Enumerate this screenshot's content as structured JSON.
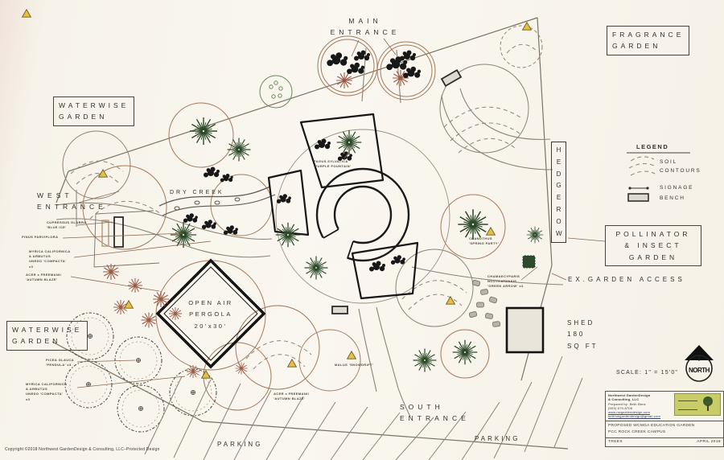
{
  "plan": {
    "paper_color": "#f8f4ec",
    "line_color": "#8d8376",
    "accent_black": "#1a1a1a",
    "canopy_brown": "#a3795c",
    "conifer_green": "#2c4a2a",
    "shrub_red": "#9a5a46",
    "signage_yellow": "#e5c043"
  },
  "labels": {
    "main_entrance": "MAIN\nENTRANCE",
    "fragrance_garden": "FRAGRANCE\nGARDEN",
    "waterwise_garden_top": "WATERWISE\nGARDEN",
    "west_entrance": "WEST\nENTRANCE",
    "waterwise_garden_bottom": "WATERWISE\nGARDEN",
    "hedgerow": "HEDGEROW",
    "pollinator_garden": "POLLINATOR\n& INSECT\nGARDEN",
    "ex_garden_access": "EX.GARDEN ACCESS",
    "shed": "SHED\n180\nSQ FT",
    "south_entrance": "SOUTH\nENTRANCE",
    "parking_left": "PARKING",
    "parking_right": "PARKING",
    "dry_creek": "DRY CREEK",
    "pergola": "OPEN AIR\nPERGOLA\n20'x30'"
  },
  "legend": {
    "title": "LEGEND",
    "contours": "SOIL\nCONTOURS",
    "signage": "SIGNAGE",
    "bench": "BENCH"
  },
  "plants": [
    {
      "text": "CUPRESSUS GLABRA\n'BLUE ICE'"
    },
    {
      "text": "PINUS PARVIFLORA"
    },
    {
      "text": "MYRICA CALIFORNICA\n& ARBUTUS\nUNEDO 'COMPACTA'\nx3"
    },
    {
      "text": "ACER x FREEMANII\n'AUTUMN BLAZE'"
    },
    {
      "text": "PICEA GLAUCA\n'PENDULA' x3"
    },
    {
      "text": "MYRICA CALIFORNICA\n& ARBUTUS\nUNEDO 'COMPACTA'\nx3"
    },
    {
      "text": "FAGUS SYLVATICA\n'PURPLE FOUNTAIN'"
    },
    {
      "text": "MALUS 'SNOWDRIFT'"
    },
    {
      "text": "ACER x FREEMANII\n'AUTUMN BLAZE'"
    },
    {
      "text": "CHAMAECYPARIS\nNOOTKATENSIS\n'GREEN ARROW' x3"
    },
    {
      "text": "CEANOTHUS\n'SPRING PARTY'"
    }
  ],
  "title_block": {
    "company_l1": "Northwest GardenDesign",
    "company_l2": "& Consulting, LLC",
    "prepared": "Prepared by: Beth Benz",
    "phone": "(503) 679-8706",
    "web": "www.nwgardendesign.com",
    "email": "bethnwgardendesign@gmail.com",
    "project_l1": "PROPOSED WCMGA EDUCATION GARDEN",
    "project_l2": "PCC ROCK CREEK CAMPUS",
    "sheet": "TREES",
    "date": "APRIL 2018",
    "scale": "SCALE: 1\" = 15'0\"",
    "north": "NORTH"
  },
  "footer": {
    "copyright": "Copyright ©2018 Northwest GardenDesign & Consulting, LLC–Protected Design"
  }
}
